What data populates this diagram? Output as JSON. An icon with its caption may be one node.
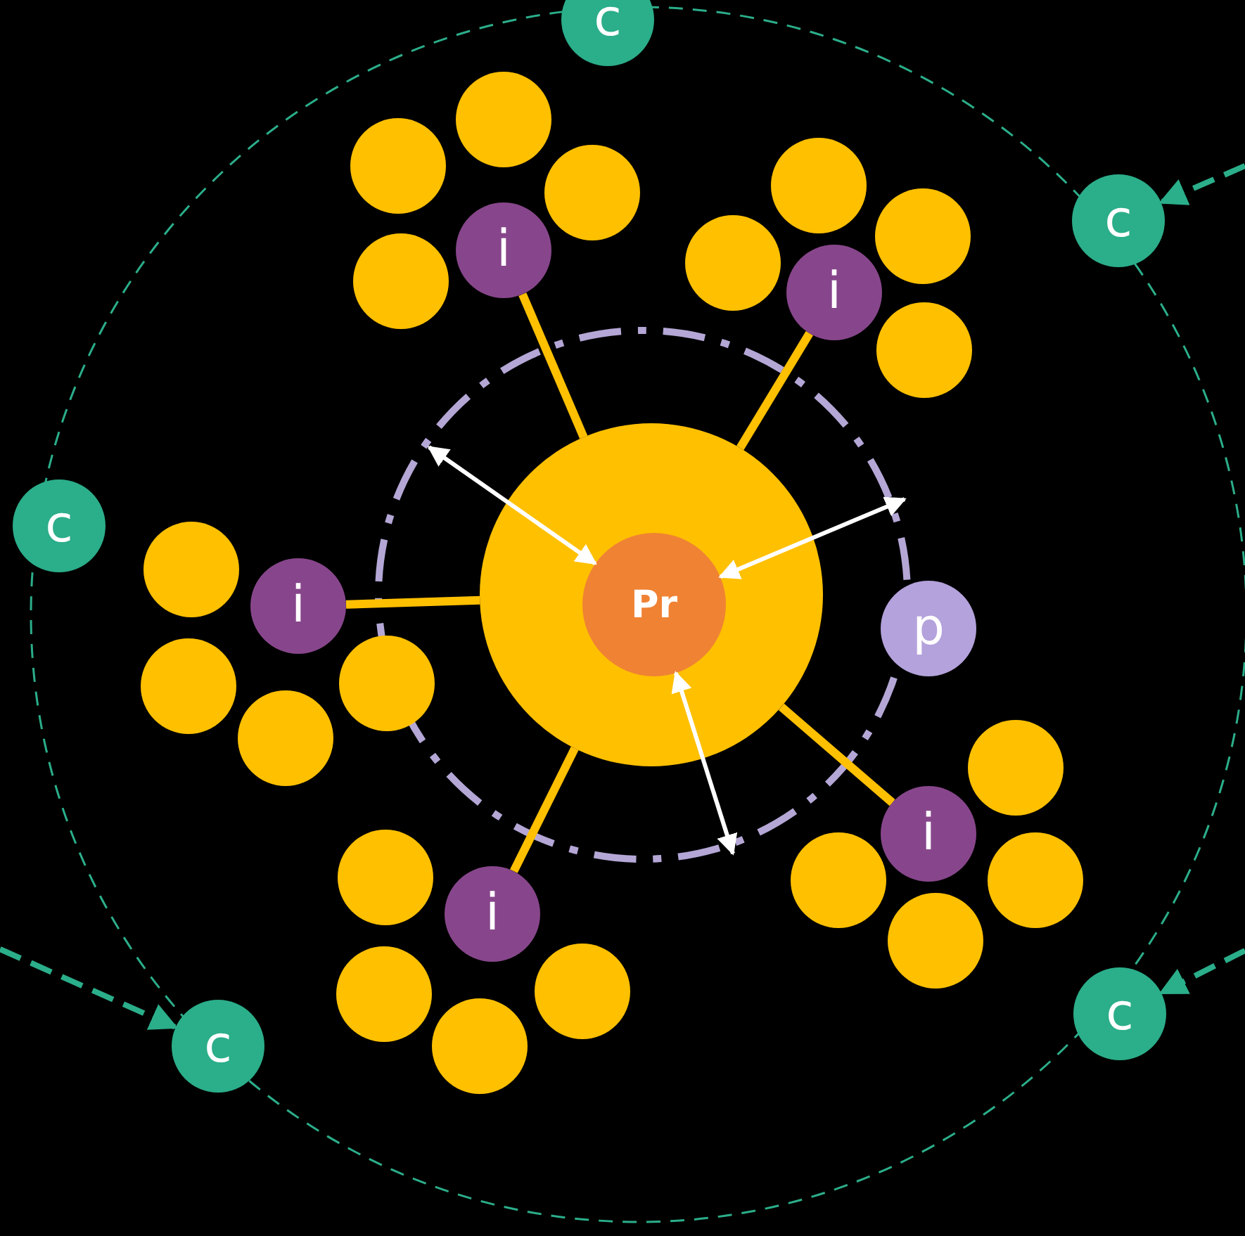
{
  "diagram": {
    "nodes": [
      {
        "text": [],
        "shape": "circle"
      },
      {
        "text": [
          "Pr"
        ],
        "in": 0
      },
      {
        "text": [
          "p"
        ]
      },
      {
        "text": [
          "c"
        ]
      },
      {
        "text": [
          "c"
        ]
      },
      {
        "text": [
          "c"
        ]
      },
      {
        "text": [
          "c"
        ]
      },
      {
        "text": [
          "c"
        ]
      },
      {
        "text": [
          "i"
        ]
      },
      {
        "text": [],
        "shape": "circle"
      },
      {
        "text": [],
        "shape": "circle"
      },
      {
        "text": [],
        "shape": "circle"
      },
      {
        "text": [],
        "shape": "circle"
      },
      {
        "text": [
          "i"
        ]
      },
      {
        "text": [],
        "shape": "circle"
      },
      {
        "text": [],
        "shape": "circle"
      },
      {
        "text": [],
        "shape": "circle"
      },
      {
        "text": [],
        "shape": "circle"
      },
      {
        "text": [
          "i"
        ]
      },
      {
        "text": [],
        "shape": "circle"
      },
      {
        "text": [],
        "shape": "circle"
      },
      {
        "text": [],
        "shape": "circle"
      },
      {
        "text": [],
        "shape": "circle"
      },
      {
        "text": [
          "i"
        ]
      },
      {
        "text": [],
        "shape": "circle"
      },
      {
        "text": [],
        "shape": "circle"
      },
      {
        "text": [],
        "shape": "circle"
      },
      {
        "text": [],
        "shape": "circle"
      },
      {
        "text": [
          "i"
        ]
      },
      {
        "text": [],
        "shape": "circle"
      },
      {
        "text": [],
        "shape": "circle"
      },
      {
        "text": [],
        "shape": "circle"
      },
      {
        "text": [],
        "shape": "circle"
      }
    ],
    "edges": [
      {
        "from": 8,
        "to": 0,
        "arrow": "none",
        "color": "#ffc000"
      },
      {
        "from": 13,
        "to": 0,
        "arrow": "none",
        "color": "#ffc000"
      },
      {
        "from": 18,
        "to": 0,
        "arrow": "none",
        "color": "#ffc000"
      },
      {
        "from": 23,
        "to": 0,
        "arrow": "none",
        "color": "#ffc000"
      },
      {
        "from": 28,
        "to": 0,
        "arrow": "none",
        "color": "#ffc000"
      },
      {
        "from": 1,
        "to": null,
        "arrow": "both",
        "color": "#ffffff"
      },
      {
        "from": 1,
        "to": null,
        "arrow": "both",
        "color": "#ffffff"
      },
      {
        "from": 1,
        "to": null,
        "arrow": "both",
        "color": "#ffffff"
      },
      {
        "from": null,
        "to": 4,
        "arrow": "to",
        "style": "dashed",
        "color": "#2bae8a"
      },
      {
        "from": null,
        "to": 6,
        "arrow": "to",
        "style": "dashed",
        "color": "#2bae8a"
      },
      {
        "from": null,
        "to": 7,
        "arrow": "to",
        "style": "dashed",
        "color": "#2bae8a"
      }
    ]
  }
}
